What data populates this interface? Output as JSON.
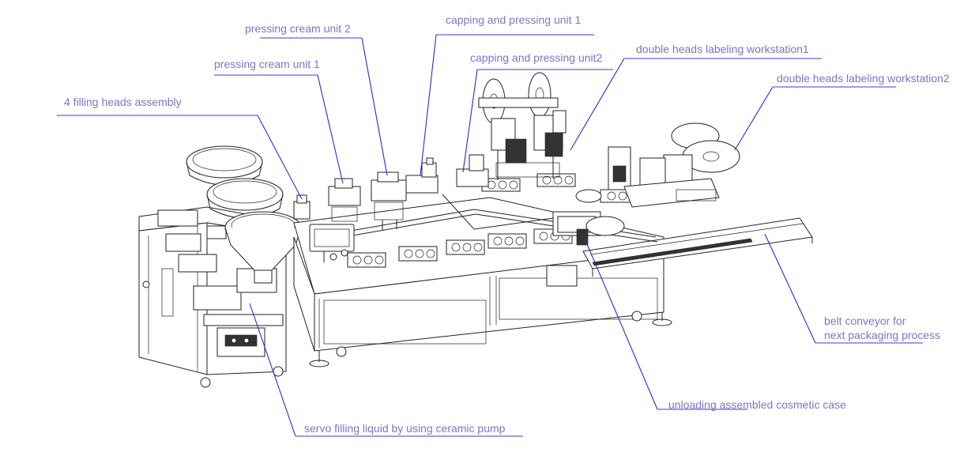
{
  "colors": {
    "label": "#7a76c8",
    "leader": "#2b2bd0",
    "machine": "#222222"
  },
  "labels": {
    "pressing_cream_unit_2": "pressing cream unit 2",
    "capping_pressing_unit_1": "capping and pressing  unit 1",
    "capping_pressing_unit_2": "capping and pressing  unit2",
    "double_heads_labeling_1": "double heads labeling workstation1",
    "pressing_cream_unit_1": "pressing cream unit 1",
    "double_heads_labeling_2": "double heads labeling workstation2",
    "four_filling_heads": "4 filling heads assembly",
    "belt_conveyor_line1": "belt conveyor for",
    "belt_conveyor_line2": "next packaging process",
    "unloading_case": "unloading assembled cosmetic case",
    "servo_filling": "servo filling liquid by using ceramic pump"
  }
}
